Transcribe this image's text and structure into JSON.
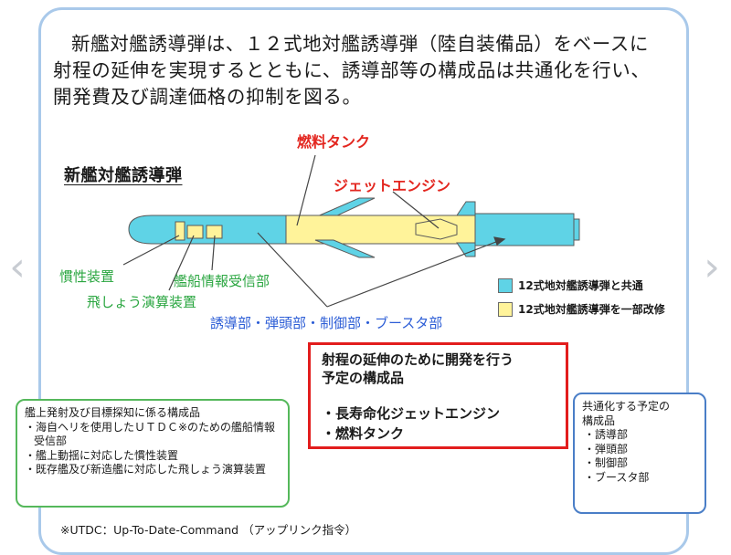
{
  "nav": {
    "prev_symbol": "‹",
    "next_symbol": "›"
  },
  "intro": {
    "line1": "新艦対艦誘導弾は、１２式地対艦誘導弾（陸自装備品）をベースに",
    "line2": "射程の延伸を実現するとともに、誘導部等の構成品は共通化を行い、",
    "line3": "開発費及び調達価格の抑制を図る。"
  },
  "diagram": {
    "title": "新艦対艦誘導弾",
    "labels": {
      "fuel_tank": "燃料タンク",
      "jet_engine": "ジェットエンジン",
      "inertial": "慣性装置",
      "ship_receiver": "艦船情報受信部",
      "flight_computer": "飛しょう演算装置",
      "common_parts": "誘導部・弾頭部・制御部・ブースタ部"
    },
    "legend": [
      {
        "color": "#5fd3e6",
        "label": "12式地対艦誘導弾と共通"
      },
      {
        "color": "#fff39a",
        "label": "12式地対艦誘導弾を一部改修"
      }
    ],
    "colors": {
      "cyan": "#5fd3e6",
      "yellow": "#fff39a",
      "outline": "#5a5a5a"
    }
  },
  "dev_box": {
    "title_line1": "射程の延伸のために開発を行う",
    "title_line2": "予定の構成品",
    "items": [
      "・長寿命化ジェットエンジン",
      "・燃料タンク"
    ]
  },
  "shipboard_box": {
    "title": "艦上発射及び目標探知に係る構成品",
    "items": [
      "・海自ヘリを使用したＵＴＤＣ※のための艦船情報受信部",
      "・艦上動揺に対応した慣性装置",
      "・既存艦及び新造艦に対応した飛しょう演算装置"
    ]
  },
  "common_box": {
    "title_line1": "共通化する予定の",
    "title_line2": "構成品",
    "items": [
      "・誘導部",
      "・弾頭部",
      "・制御部",
      "・ブースタ部"
    ]
  },
  "footnote": "※UTDC：Up-To-Date-Command （アップリンク指令）"
}
